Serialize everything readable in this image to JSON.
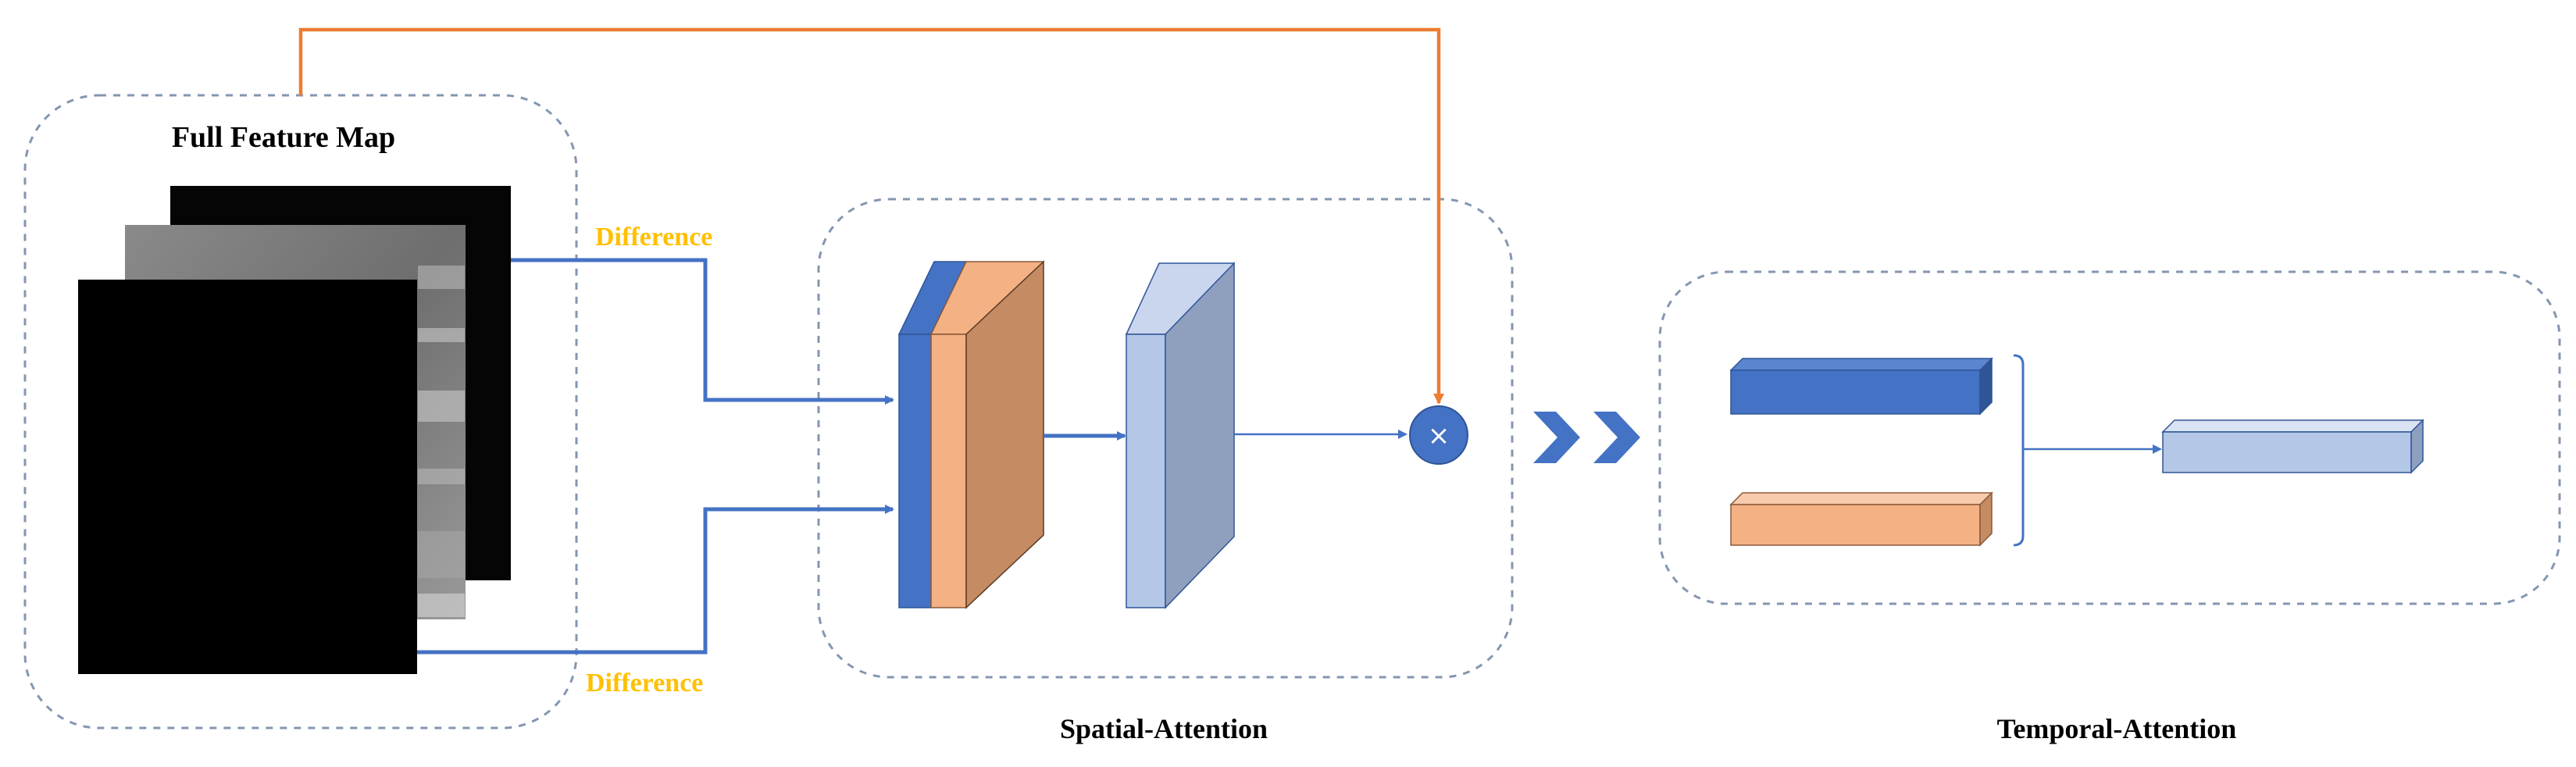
{
  "labels": {
    "full_feature_map": "Full Feature Map",
    "difference_top": "Difference",
    "difference_bottom": "Difference",
    "spatial_attention": "Spatial-Attention",
    "temporal_attention": "Temporal-Attention",
    "multiply_symbol": "×"
  },
  "colors": {
    "blue": "#4472C4",
    "orange": "#F4B183",
    "orange_line": "#ED7D31",
    "light_blue": "#B4C7E7",
    "gray_blue": "#8FA0BF",
    "brown": "#C58B62",
    "gold": "#FFC000",
    "dash": "#8496B0"
  }
}
